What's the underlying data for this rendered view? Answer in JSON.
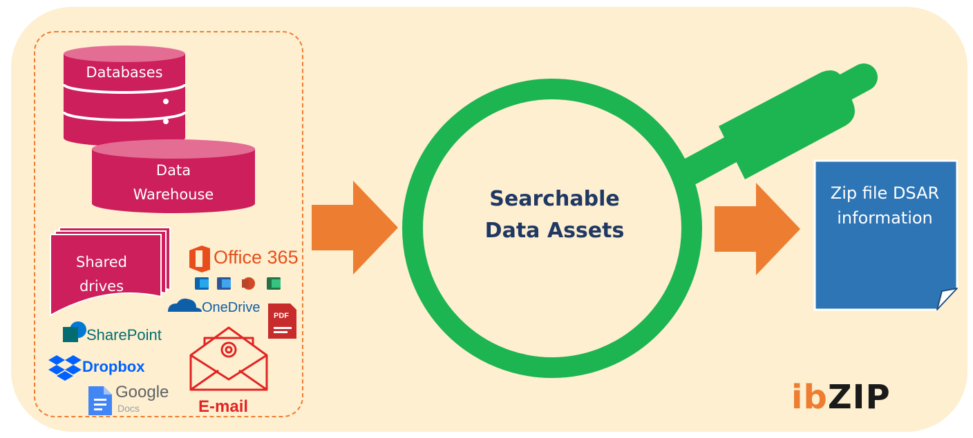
{
  "sources": {
    "databases_label": "Databases",
    "warehouse_label": "Data Warehouse",
    "shared_drives_label": "Shared drives"
  },
  "logos": {
    "office365": "Office 365",
    "onedrive": "OneDrive",
    "sharepoint": "SharePoint",
    "dropbox": "Dropbox",
    "google": "Google",
    "google_docs": "Docs",
    "pdf": "PDF",
    "email": "E-mail"
  },
  "center": {
    "label": "Searchable Data Assets"
  },
  "output": {
    "label": "Zip file DSAR information"
  },
  "brand": {
    "prefix": "ib",
    "suffix": "ZIP"
  },
  "colors": {
    "background": "#fdefcf",
    "database": "#cc1f5c",
    "arrow": "#ed7d31",
    "magnifier": "#1db452",
    "document": "#2e75b6",
    "email": "#e32323",
    "title_text": "#203864"
  }
}
